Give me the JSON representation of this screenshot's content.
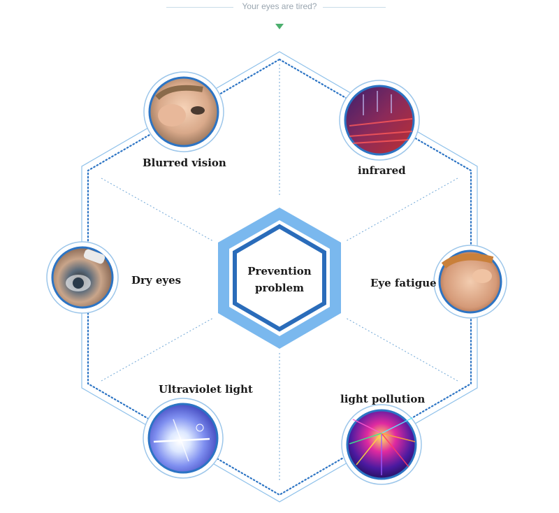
{
  "header": {
    "title": "Your eyes are tired?"
  },
  "center": {
    "line1": "Prevention",
    "line2": "problem"
  },
  "items": [
    {
      "label": "Blurred vision",
      "icon": "child-rubbing-eye"
    },
    {
      "label": "infrared",
      "icon": "infrared-light-streaks"
    },
    {
      "label": "Dry eyes",
      "icon": "eye-drops"
    },
    {
      "label": "Eye fatigue",
      "icon": "woman-rubbing-eyes"
    },
    {
      "label": "Ultraviolet light",
      "icon": "ultraviolet-flare"
    },
    {
      "label": "light pollution",
      "icon": "neon-light-burst"
    }
  ],
  "colors": {
    "accent_light": "#7ab8ee",
    "accent_dark": "#2a6cba",
    "dotted_outline": "#2c74c4",
    "marker": "#4caf6e"
  }
}
